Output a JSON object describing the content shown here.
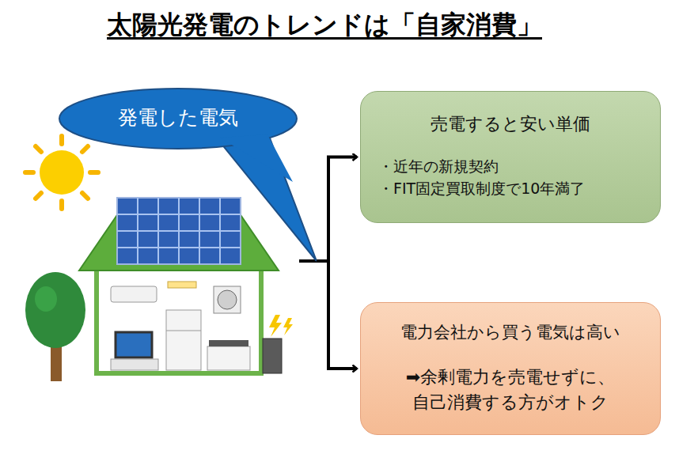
{
  "diagram": {
    "title": "太陽光発電のトレンドは「自家消費」",
    "nodes": [
      {
        "text": [
          "発電した電気"
        ]
      },
      {
        "text": [
          "売電すると安い単価",
          "・近年の新規契約",
          "・FIT固定買取制度で10年満了"
        ]
      },
      {
        "text": [
          "電力会社から買う電気は高い",
          "➡余剰電力を売電せずに、 自己消費する方がオトク"
        ]
      }
    ],
    "edges": [
      {
        "from": 0,
        "to": 1,
        "arrow": "to"
      },
      {
        "from": 0,
        "to": 2,
        "arrow": "to"
      }
    ]
  }
}
